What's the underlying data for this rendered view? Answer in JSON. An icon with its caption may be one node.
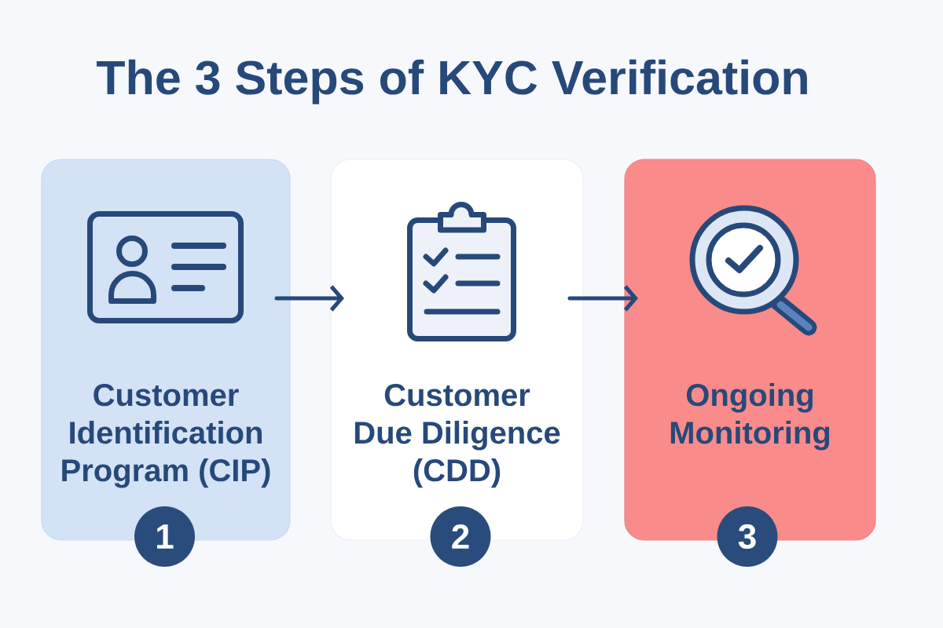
{
  "diagram": {
    "title": "The 3 Steps of KYC Verification",
    "nodes": [
      {
        "text": [
          "Customer Identification Program (CIP)"
        ]
      },
      {
        "text": [
          "1"
        ]
      },
      {
        "text": [
          "Customer Due Diligence (CDD)"
        ]
      },
      {
        "text": [
          "2"
        ]
      },
      {
        "text": [
          "Ongoing Monitoring"
        ]
      },
      {
        "text": [
          "3"
        ]
      }
    ],
    "edges": [
      {
        "from": 0,
        "to": 2,
        "arrow": "to"
      },
      {
        "from": 2,
        "to": 4,
        "arrow": "to"
      }
    ]
  }
}
